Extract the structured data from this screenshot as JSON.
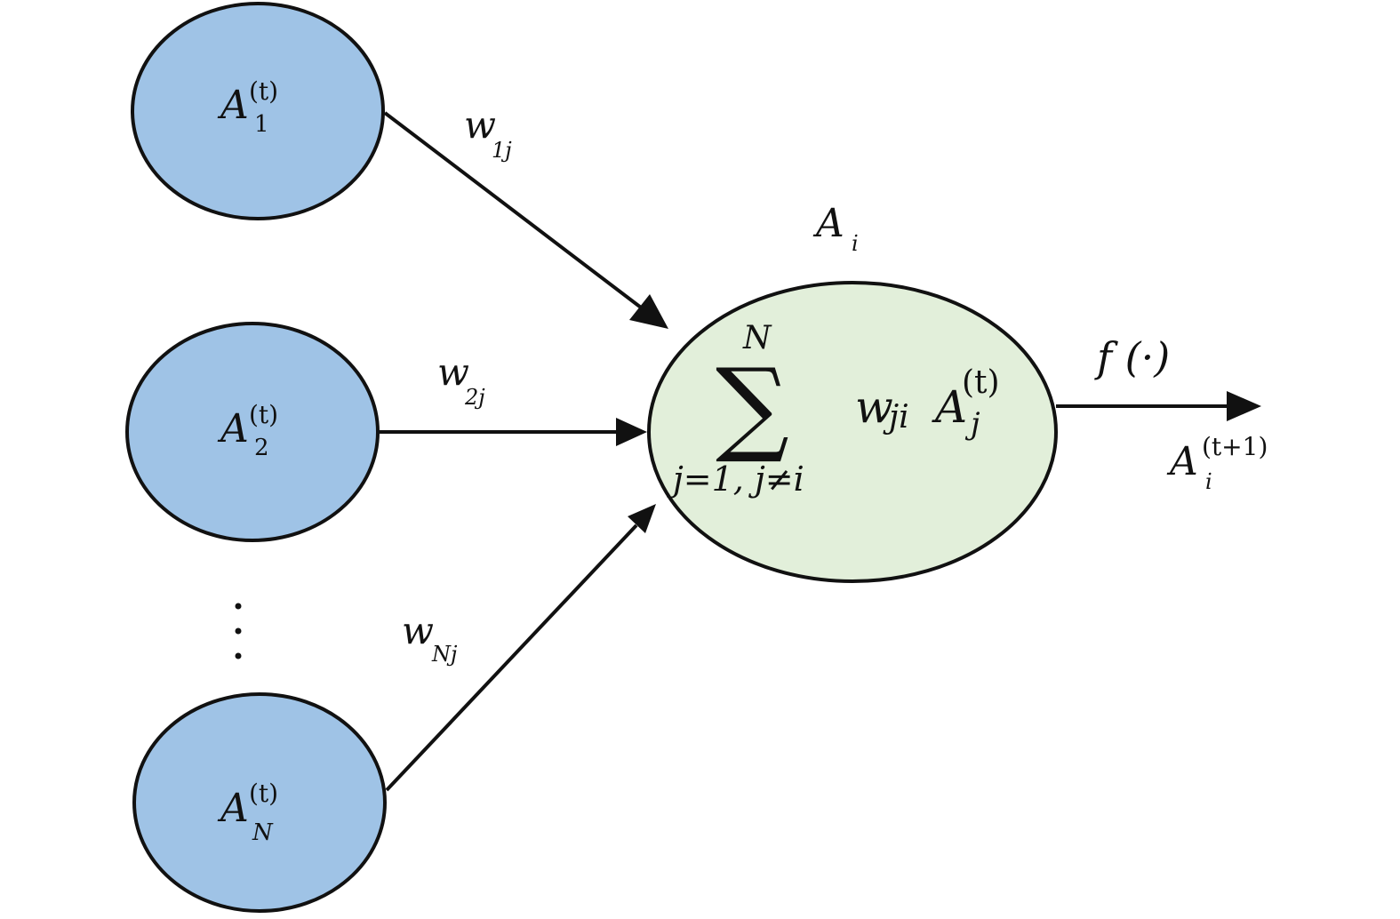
{
  "colors": {
    "input_fill": "#9fc3e6",
    "sum_fill": "#e2efda",
    "stroke": "#111111"
  },
  "inputs": [
    {
      "base": "A",
      "sup": "(t)",
      "sub": "1"
    },
    {
      "base": "A",
      "sup": "(t)",
      "sub": "2"
    },
    {
      "base": "A",
      "sup": "(t)",
      "sub": "N"
    }
  ],
  "ellipsis": "⋮",
  "weights": [
    {
      "base": "w",
      "sub": "1j"
    },
    {
      "base": "w",
      "sub": "2j"
    },
    {
      "base": "w",
      "sub": "Nj"
    }
  ],
  "sum_node": {
    "label_base": "A",
    "label_sub": "i",
    "sum_symbol": "∑",
    "sum_upper": "N",
    "sum_lower": "j=1, j≠i",
    "term_w": "w",
    "term_w_sub": "ji",
    "term_a": "A",
    "term_a_sup": "(t)",
    "term_a_sub": "j"
  },
  "activation": {
    "label": "f (·)"
  },
  "output": {
    "base": "A",
    "sup": "(t+1)",
    "sub": "i"
  }
}
